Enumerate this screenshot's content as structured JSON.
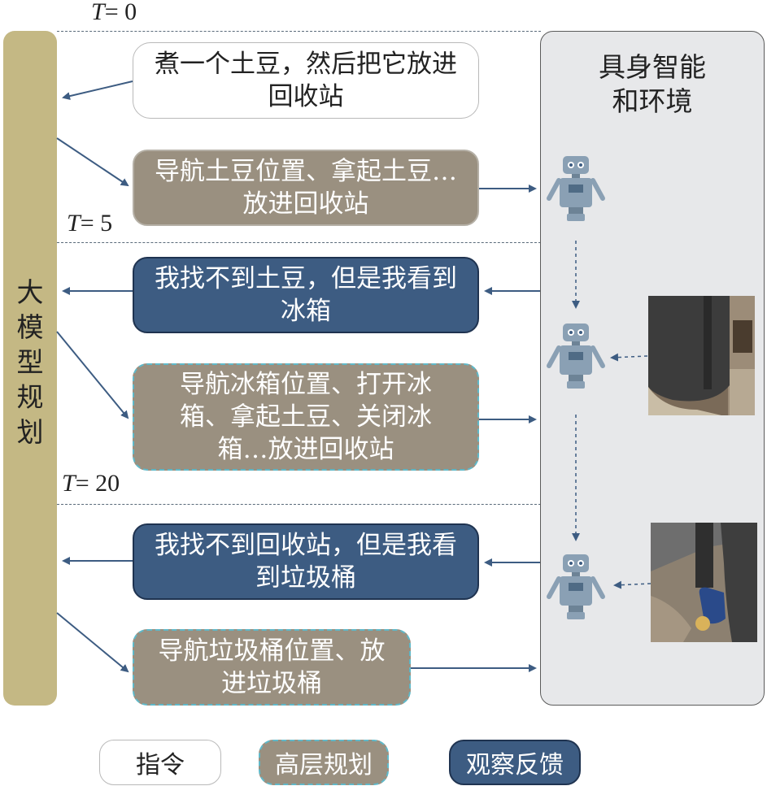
{
  "time_labels": [
    {
      "var": "T",
      "eq": "= 0"
    },
    {
      "var": "T",
      "eq": "= 5"
    },
    {
      "var": "T",
      "eq": "= 20"
    }
  ],
  "llm_label": "大模型规划",
  "env_title_line1": "具身智能",
  "env_title_line2": "和环境",
  "boxes": {
    "instruction": "煮一个土豆，然后把它放进回收站",
    "plan1": "导航土豆位置、拿起土豆…放进回收站",
    "obs1": "我找不到土豆，但是我看到冰箱",
    "plan2": "导航冰箱位置、打开冰箱、拿起土豆、关闭冰箱…放进回收站",
    "obs2": "我找不到回收站，但是我看到垃圾桶",
    "plan3": "导航垃圾桶位置、放进垃圾桶"
  },
  "legend": {
    "instruction": "指令",
    "plan": "高层规划",
    "obs": "观察反馈"
  },
  "colors": {
    "llm_bar": "#c4b884",
    "plan_fill": "#9a9080",
    "plan_border": "#5fb8c8",
    "obs_fill": "#3d5c82",
    "arrow": "#3d5c82",
    "env_bg": "#e7e8ea",
    "robot": "#8aa0b4"
  }
}
